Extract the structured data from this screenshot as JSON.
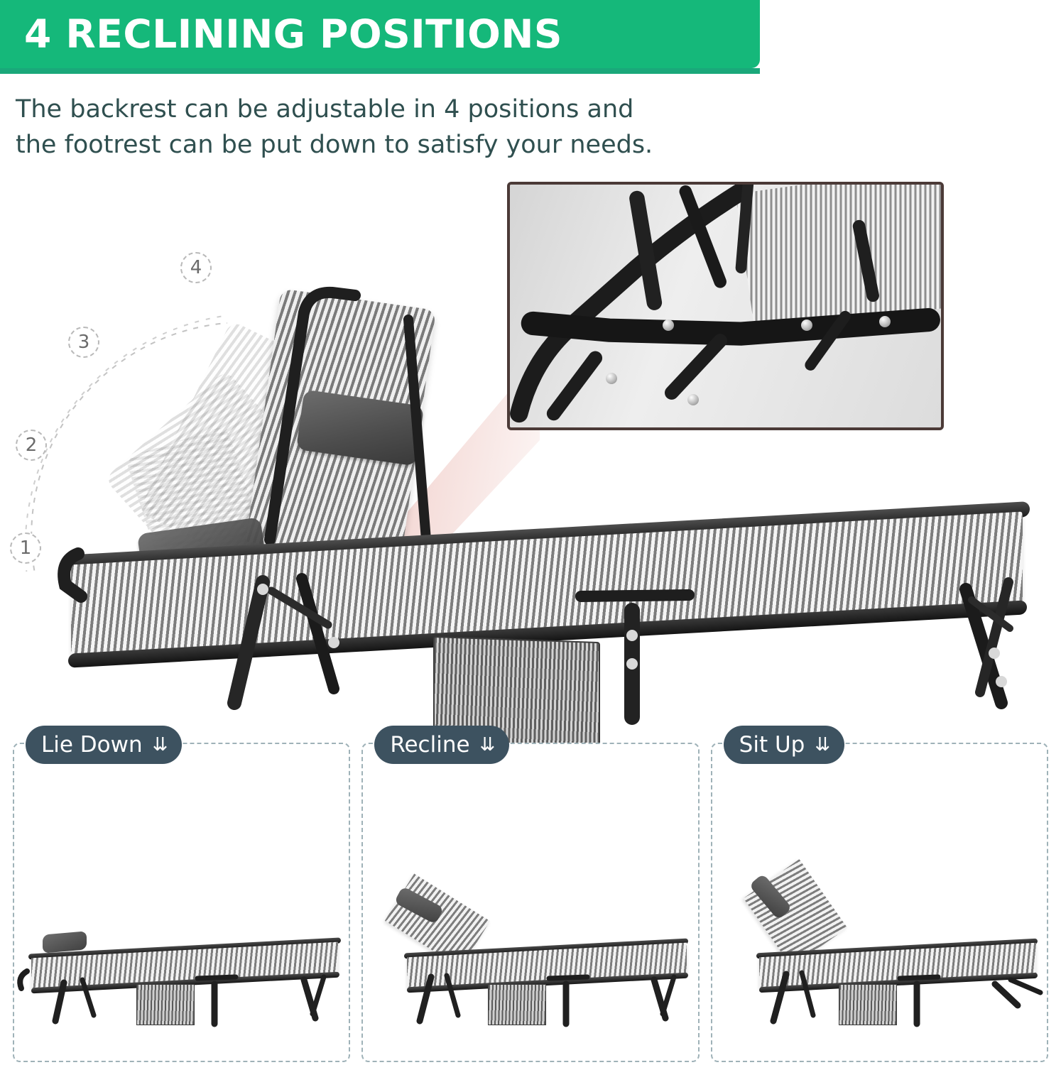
{
  "header": {
    "title": "4 RECLINING POSITIONS",
    "banner_color": "#15b87a"
  },
  "subtitle": {
    "line1": "The backrest can be adjustable in 4 positions and",
    "line2": "the footrest can be put down to satisfy your needs."
  },
  "hero": {
    "position_markers": [
      "1",
      "2",
      "3",
      "4"
    ],
    "inset_caption": "",
    "highlight_color": "#e0968c"
  },
  "panels": [
    {
      "label": "Lie Down",
      "chevron": "⇊",
      "name": "lie-down"
    },
    {
      "label": "Recline",
      "chevron": "⇊",
      "name": "recline"
    },
    {
      "label": "Sit Up",
      "chevron": "⇊",
      "name": "sit-up"
    }
  ],
  "colors": {
    "banner": "#15b87a",
    "label_pill": "#3d5260",
    "panel_border": "#9fb2b8",
    "text_dark": "#2f4f4f"
  }
}
